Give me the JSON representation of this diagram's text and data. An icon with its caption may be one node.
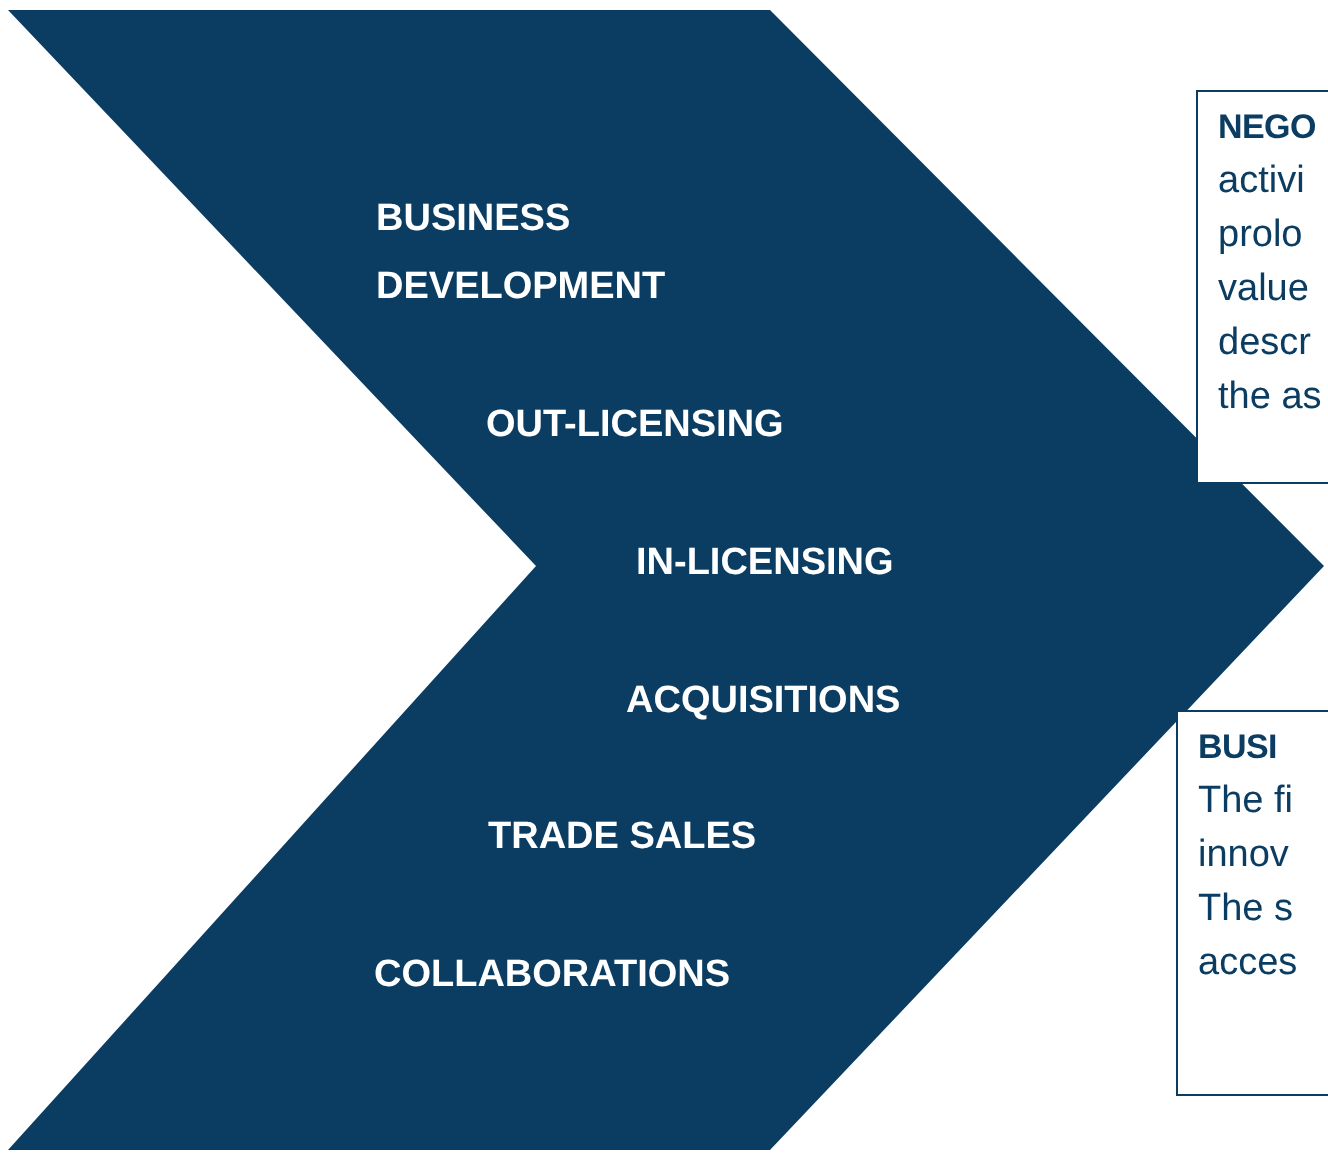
{
  "diagram": {
    "nodes": [
      {
        "text": [
          "BUSINESS DEVELOPMENT",
          "OUT-LICENSING",
          "IN-LICENSING",
          "ACQUISITIONS",
          "TRADE SALES",
          "COLLABORATIONS"
        ]
      },
      {
        "text": [
          "NEGO",
          "activi prolo value descr the as"
        ]
      },
      {
        "text": [
          "BUSI",
          "The fi innov The s acces"
        ]
      }
    ]
  }
}
